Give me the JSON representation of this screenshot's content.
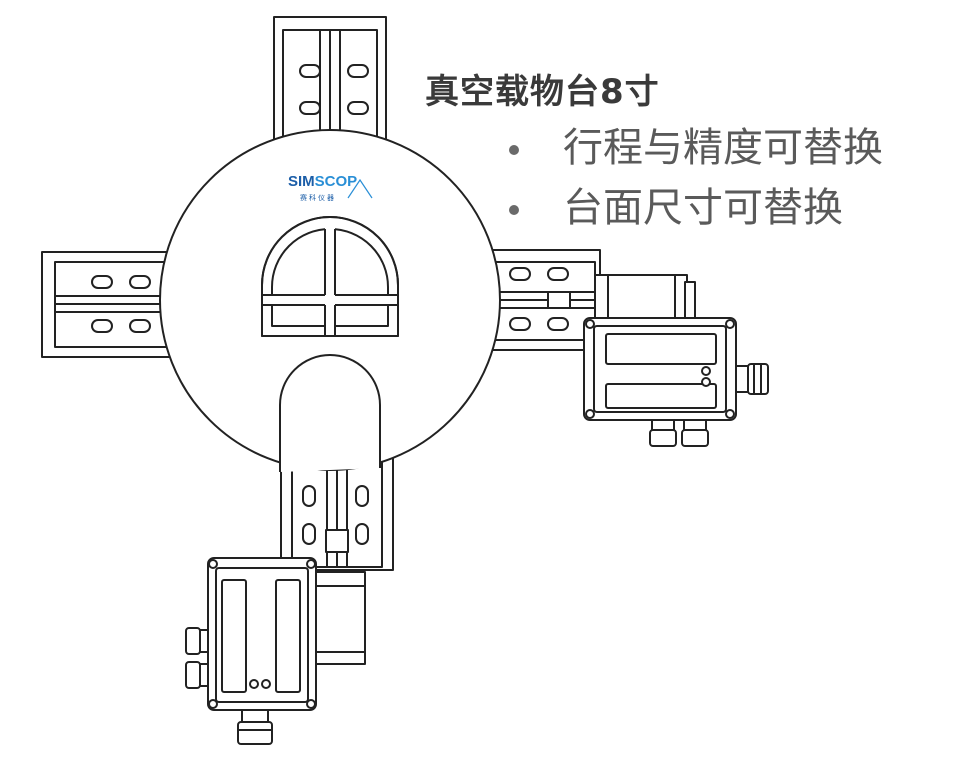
{
  "heading": "真空载物台8寸",
  "bullets": [
    "行程与精度可替换",
    "台面尺寸可替换"
  ],
  "logo": {
    "word_a": "SIM",
    "word_b": "SCOP",
    "sub": "赛科仪器",
    "color_a": "#1c5ea8",
    "color_b": "#2a8fd6"
  },
  "colors": {
    "line": "#222222",
    "text_heading": "#3a3a3a",
    "text_bullet": "#5a5a5a"
  }
}
